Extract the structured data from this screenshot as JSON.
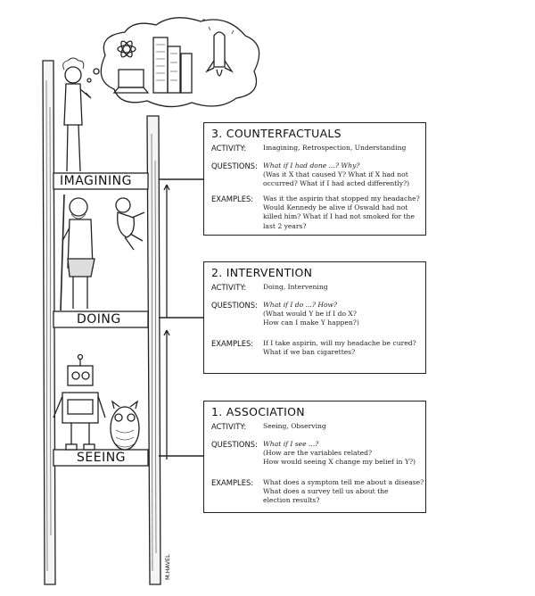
{
  "rungs": [
    {
      "label": "IMAGINING"
    },
    {
      "label": "DOING"
    },
    {
      "label": "SEEING"
    }
  ],
  "signature": "M.HAVEL",
  "boxes": [
    {
      "title": "3. COUNTERFACTUALS",
      "activity_label": "ACTIVITY:",
      "activity": "Imagining, Retrospection, Understanding",
      "questions_label": "QUESTIONS:",
      "questions_italic": "What if I had done ...? Why?",
      "questions": [
        "(Was it X that caused Y? What if X had not",
        "occurred? What if I had acted differently?)"
      ],
      "examples_label": "EXAMPLES:",
      "examples": [
        "Was it the aspirin that stopped my headache?",
        "Would Kennedy be alive if Oswald had not",
        "killed him? What if I had not smoked for the",
        "last 2 years?"
      ]
    },
    {
      "title": "2. INTERVENTION",
      "activity_label": "ACTIVITY:",
      "activity": "Doing, Intervening",
      "questions_label": "QUESTIONS:",
      "questions_italic": "What if I do ...? How?",
      "questions": [
        "(What would Y be if I do X?",
        "How can I make Y happen?)"
      ],
      "examples_label": "EXAMPLES:",
      "examples": [
        "If I take aspirin, will my headache be cured?",
        "What if we ban cigarettes?"
      ]
    },
    {
      "title": "1. ASSOCIATION",
      "activity_label": "ACTIVITY:",
      "activity": "Seeing, Observing",
      "questions_label": "QUESTIONS:",
      "questions_italic": "What if I see ...?",
      "questions": [
        "(How are the variables related?",
        "How would seeing X change my belief in Y?)"
      ],
      "examples_label": "EXAMPLES:",
      "examples": [
        "What does a symptom tell me about a disease?",
        "What does a survey tell us about the",
        "election results?"
      ]
    }
  ]
}
